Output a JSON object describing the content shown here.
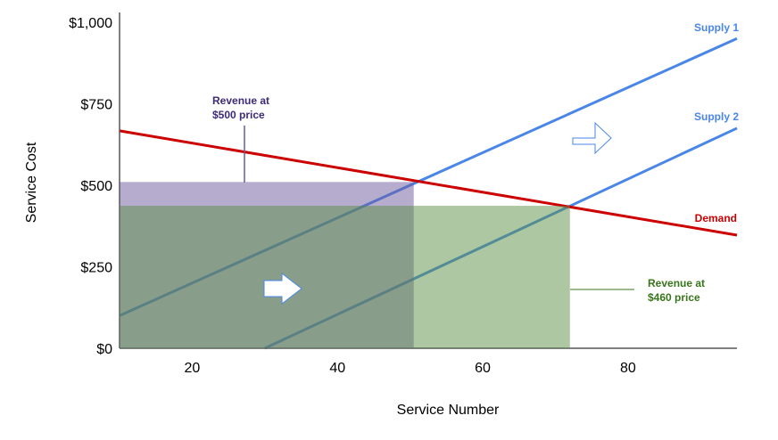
{
  "chart_data": {
    "type": "line",
    "title": "",
    "xlabel": "Service Number",
    "ylabel": "Service Cost",
    "xlim": [
      10,
      95
    ],
    "ylim": [
      0,
      1000
    ],
    "x_ticks": [
      20,
      40,
      60,
      80
    ],
    "x_tick_labels": [
      "20",
      "40",
      "60",
      "80"
    ],
    "y_ticks": [
      0,
      250,
      500,
      750,
      1000
    ],
    "y_tick_labels": [
      "$0",
      "$250",
      "$500",
      "$750",
      "$1,000"
    ],
    "grid": false,
    "series": [
      {
        "name": "Supply 1",
        "color": "#4a86e8",
        "points": [
          [
            10,
            100
          ],
          [
            95,
            950
          ]
        ]
      },
      {
        "name": "Supply 2",
        "color": "#4a86e8",
        "points": [
          [
            30,
            0
          ],
          [
            95,
            675
          ]
        ]
      },
      {
        "name": "Demand",
        "color": "#cc0000",
        "points": [
          [
            10,
            667
          ],
          [
            95,
            347
          ]
        ]
      }
    ],
    "areas": [
      {
        "name": "Revenue at $500 price",
        "color": "#6b5a9e",
        "x": [
          10,
          50.5
        ],
        "y": [
          0,
          510
        ]
      },
      {
        "name": "Revenue at $460 price",
        "color": "#5b8f45",
        "x": [
          10,
          72
        ],
        "y": [
          0,
          437
        ]
      }
    ],
    "annotations": [
      {
        "text": [
          "Revenue at",
          "$500 price"
        ],
        "color": "#3d2a78"
      },
      {
        "text": [
          "Revenue at",
          "$460 price"
        ],
        "color": "#38761d"
      }
    ],
    "shift_arrows": 2
  }
}
